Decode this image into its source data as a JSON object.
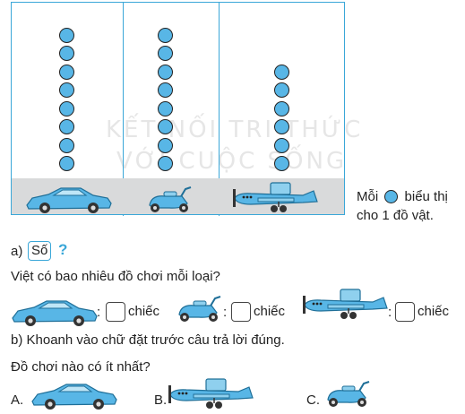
{
  "watermark": {
    "line1": "KẾT NỐI TRI THỨC",
    "line2": "VỚI CUỘC SỐNG"
  },
  "chart_data": {
    "type": "pictograph",
    "categories": [
      "car",
      "motorbike",
      "airplane"
    ],
    "values": [
      8,
      8,
      6
    ]
  },
  "legend": {
    "before": "Mỗi",
    "after": "biểu thị",
    "line2": "cho 1 đồ vật."
  },
  "part_a": {
    "label": "a)",
    "box_text": "Số",
    "qmark": "?",
    "question": "Việt có bao nhiêu đồ chơi mỗi loại?"
  },
  "answer_row": {
    "colon": ":",
    "unit": "chiếc"
  },
  "part_b": {
    "instruction": "b) Khoanh vào chữ đặt trước câu trả lời đúng.",
    "question": "Đồ chơi nào có ít nhất?"
  },
  "options": {
    "a": "A.",
    "b": "B.",
    "c": "C."
  },
  "colors": {
    "accent": "#3aa7d8",
    "toy": "#58b6e6",
    "panel": "#d9dadb"
  },
  "icons": [
    "car-icon",
    "motorbike-icon",
    "airplane-icon",
    "circle-icon"
  ]
}
